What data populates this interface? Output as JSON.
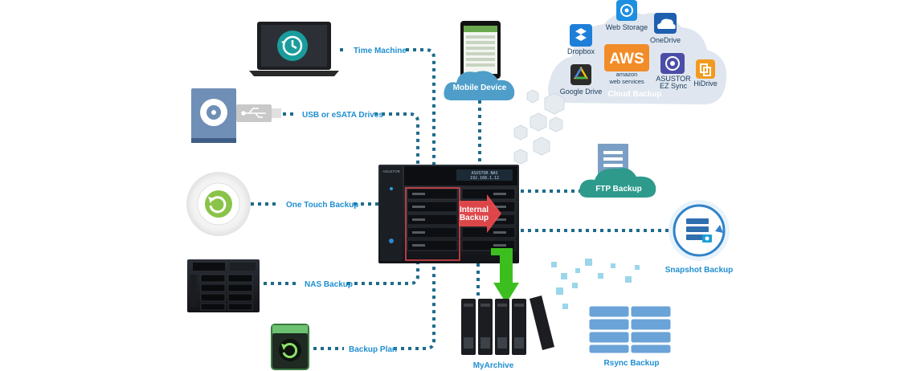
{
  "labels": {
    "time_machine": "Time Machine",
    "usb_drives": "USB or eSATA Drives",
    "one_touch": "One Touch Backup",
    "nas_backup": "NAS Backup",
    "backup_plan": "Backup Plan",
    "mobile_device": "Mobile Device",
    "ftp_backup": "FTP Backup",
    "snapshot_backup": "Snapshot Backup",
    "myarchive": "MyArchive",
    "rsync_backup": "Rsync Backup",
    "internal_backup_1": "Internal",
    "internal_backup_2": "Backup"
  },
  "cloud": {
    "title": "Cloud  Backup",
    "services": {
      "dropbox": "Dropbox",
      "web_storage": "Web Storage",
      "onedrive": "OneDrive",
      "aws": "AWS",
      "aws_line1": "amazon",
      "aws_line2": "web services",
      "asustor_line1": "ASUSTOR",
      "asustor_line2": "EZ Sync",
      "hidrive": "HiDrive",
      "google_drive": "Google Drive"
    }
  },
  "nas": {
    "brand": "ASUSTOR",
    "lcd_line1": "ASUSTOR NAS",
    "lcd_line2": "192.168.1.12"
  },
  "colors": {
    "link_dotted": "#1e6b8a",
    "label_blue": "#1f8fd0",
    "cloud_fill": "#dfe6ef",
    "mobile_cloud": "#4e9ec9",
    "ftp_cloud": "#2e9a8c",
    "green_arrow": "#3cbf1e",
    "internal_arrow": "#ef4b4e",
    "aws_orange": "#f28c28"
  }
}
